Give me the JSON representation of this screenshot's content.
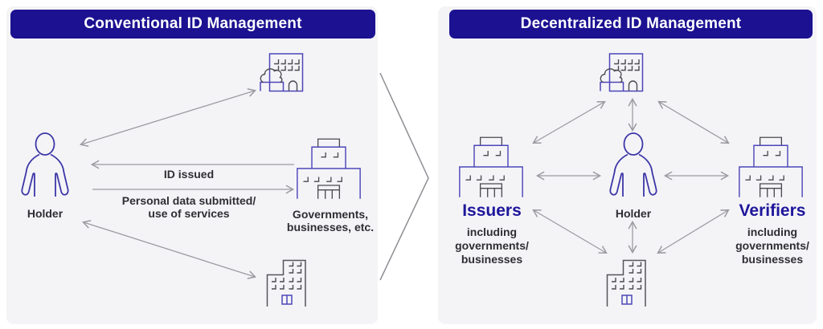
{
  "colors": {
    "page_bg": "#ffffff",
    "panel_bg": "#f4f4f7",
    "header_bg": "#1b1191",
    "header_text": "#ffffff",
    "accent_navy_text": "#1e169b",
    "dark_text": "#2e2e33",
    "person_stroke": "#3d37a6",
    "building_blue": "#4d46b8",
    "building_gray": "#4a4a50",
    "arrow_gray": "#9b9ba1"
  },
  "icons": {
    "person": "person-outline-icon",
    "civic_building": "civic-building-with-tree-icon",
    "government_building": "government-building-icon",
    "office_building": "office-building-icon",
    "transition": "chevron-right-divider"
  },
  "left_panel": {
    "title": "Conventional ID Management",
    "holder_label": "Holder",
    "id_issued_label": "ID issued",
    "personal_data_label": [
      "Personal data submitted/",
      "use of services"
    ],
    "orgs_label": [
      "Governments,",
      "businesses, etc."
    ]
  },
  "right_panel": {
    "title": "Decentralized ID Management",
    "holder_label": "Holder",
    "issuers_title": "Issuers",
    "issuers_sub": [
      "including",
      "governments/",
      "businesses"
    ],
    "verifiers_title": "Verifiers",
    "verifiers_sub": [
      "including",
      "governments/",
      "businesses"
    ]
  }
}
